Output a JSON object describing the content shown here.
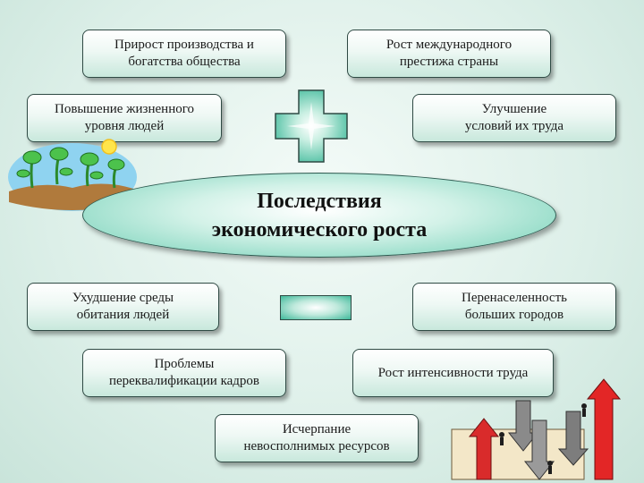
{
  "center": {
    "title": "Последствия\nэкономического роста"
  },
  "positive": {
    "box1": "Прирост производства и\nбогатства общества",
    "box2": "Рост международного\nпрестижа страны",
    "box3": "Повышение жизненного\nуровня людей",
    "box4": "Улучшение\nусловий их труда"
  },
  "negative": {
    "box1": "Ухудшение среды\nобитания людей",
    "box2": "Перенаселенность\nбольших городов",
    "box3": "Проблемы\nпереквалификации кадров",
    "box4": "Рост интенсивности труда",
    "box5": "Исчерпание\nневосполнимых ресурсов"
  },
  "colors": {
    "accent": "#3fb99a",
    "border": "#2f4a44"
  },
  "icons": [
    "plus-sign-icon",
    "minus-sign-icon",
    "flowers-sun-clipart",
    "arrows-people-clipart"
  ]
}
